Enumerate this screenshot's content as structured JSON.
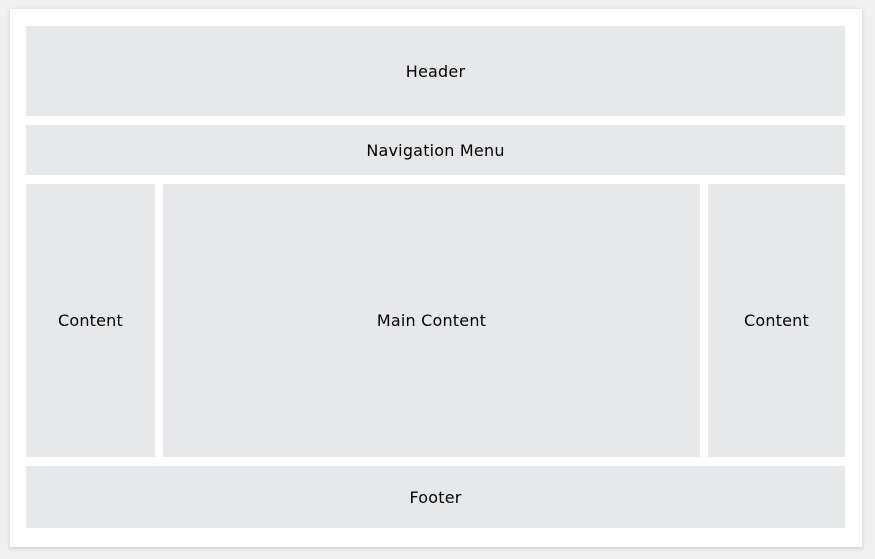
{
  "layout": {
    "header": {
      "label": "Header"
    },
    "navigation": {
      "label": "Navigation Menu"
    },
    "left_sidebar": {
      "label": "Content"
    },
    "main": {
      "label": "Main Content"
    },
    "right_sidebar": {
      "label": "Content"
    },
    "footer": {
      "label": "Footer"
    }
  },
  "colors": {
    "page_background": "#ffffff",
    "block_background": "#e7e8ea",
    "text": "#000000"
  }
}
